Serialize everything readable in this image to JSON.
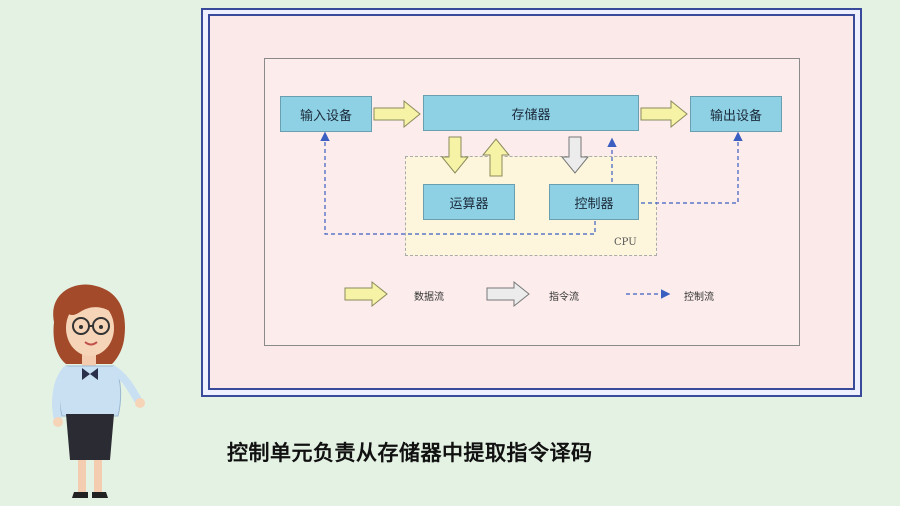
{
  "diagram": {
    "blocks": {
      "input": "输入设备",
      "memory": "存储器",
      "output": "输出设备",
      "alu": "运算器",
      "controller": "控制器"
    },
    "cpu_label": "CPU",
    "legend": {
      "data_flow": "数据流",
      "instruction_flow": "指令流",
      "control_flow": "控制流"
    }
  },
  "caption": "控制单元负责从存储器中提取指令译码",
  "colors": {
    "block_fill": "#8fd1e4",
    "data_arrow": "#f6f2a6",
    "instruction_arrow": "#ececec",
    "control_line": "#3b5fc0",
    "frame": "#3a4a9a"
  }
}
